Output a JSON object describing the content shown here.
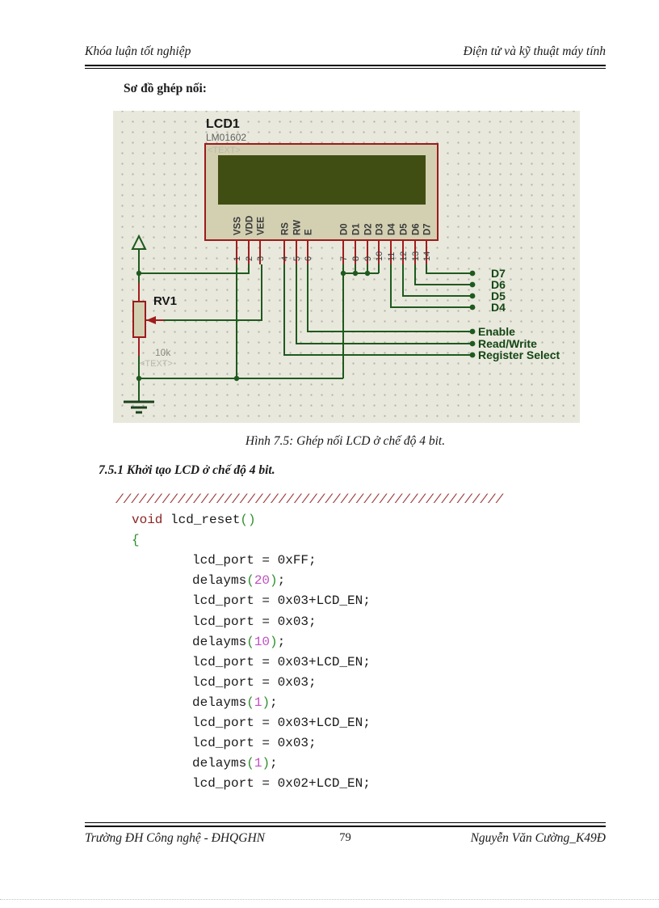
{
  "header": {
    "left": "Khóa luận tốt nghiệp",
    "right": "Điện tử và kỹ thuật máy tính"
  },
  "intro_heading": "Sơ đồ ghép nối:",
  "figure": {
    "caption": "Hình 7.5: Ghép nối LCD ở chế độ 4 bit.",
    "lcd": {
      "ref": "LCD1",
      "part": "LM01602",
      "placeholder": "<TEXT>",
      "pin_numbers": [
        "1",
        "2",
        "3",
        "4",
        "5",
        "6",
        "7",
        "8",
        "9",
        "10",
        "11",
        "12",
        "13",
        "14"
      ],
      "pin_names": [
        "VSS",
        "VDD",
        "VEE",
        "RS",
        "RW",
        "E",
        "D0",
        "D1",
        "D2",
        "D3",
        "D4",
        "D5",
        "D6",
        "D7"
      ]
    },
    "pot": {
      "ref": "RV1",
      "value": "10k",
      "placeholder": "<TEXT>"
    },
    "net_labels": [
      "D7",
      "D6",
      "D5",
      "D4",
      "Enable",
      "Read/Write",
      "Register Select"
    ]
  },
  "section_heading": "7.5.1 Khởi tạo LCD ở chế độ 4 bit.",
  "code": {
    "lines": [
      {
        "indent": 0,
        "tokens": [
          {
            "t": "//////////////////////////////////////////////////",
            "c": "comment"
          }
        ]
      },
      {
        "indent": 20,
        "tokens": [
          {
            "t": "void",
            "c": "kw"
          },
          {
            "t": " lcd_reset",
            "c": "plain"
          },
          {
            "t": "()",
            "c": "paren"
          }
        ]
      },
      {
        "indent": 20,
        "tokens": [
          {
            "t": "{",
            "c": "paren"
          }
        ]
      },
      {
        "indent": 95,
        "tokens": [
          {
            "t": "lcd_port = 0xFF;",
            "c": "plain"
          }
        ]
      },
      {
        "indent": 95,
        "tokens": [
          {
            "t": "delayms",
            "c": "plain"
          },
          {
            "t": "(",
            "c": "paren"
          },
          {
            "t": "20",
            "c": "num"
          },
          {
            "t": ")",
            "c": "paren"
          },
          {
            "t": ";",
            "c": "plain"
          }
        ]
      },
      {
        "indent": 95,
        "tokens": [
          {
            "t": "lcd_port = 0x03+LCD_EN;",
            "c": "plain"
          }
        ]
      },
      {
        "indent": 95,
        "tokens": [
          {
            "t": "lcd_port = 0x03;",
            "c": "plain"
          }
        ]
      },
      {
        "indent": 95,
        "tokens": [
          {
            "t": "delayms",
            "c": "plain"
          },
          {
            "t": "(",
            "c": "paren"
          },
          {
            "t": "10",
            "c": "num"
          },
          {
            "t": ")",
            "c": "paren"
          },
          {
            "t": ";",
            "c": "plain"
          }
        ]
      },
      {
        "indent": 95,
        "tokens": [
          {
            "t": "lcd_port = 0x03+LCD_EN;",
            "c": "plain"
          }
        ]
      },
      {
        "indent": 95,
        "tokens": [
          {
            "t": "lcd_port = 0x03;",
            "c": "plain"
          }
        ]
      },
      {
        "indent": 95,
        "tokens": [
          {
            "t": "delayms",
            "c": "plain"
          },
          {
            "t": "(",
            "c": "paren"
          },
          {
            "t": "1",
            "c": "num"
          },
          {
            "t": ")",
            "c": "paren"
          },
          {
            "t": ";",
            "c": "plain"
          }
        ]
      },
      {
        "indent": 95,
        "tokens": [
          {
            "t": "lcd_port = 0x03+LCD_EN;",
            "c": "plain"
          }
        ]
      },
      {
        "indent": 95,
        "tokens": [
          {
            "t": "lcd_port = 0x03;",
            "c": "plain"
          }
        ]
      },
      {
        "indent": 95,
        "tokens": [
          {
            "t": "delayms",
            "c": "plain"
          },
          {
            "t": "(",
            "c": "paren"
          },
          {
            "t": "1",
            "c": "num"
          },
          {
            "t": ")",
            "c": "paren"
          },
          {
            "t": ";",
            "c": "plain"
          }
        ]
      },
      {
        "indent": 95,
        "tokens": [
          {
            "t": "lcd_port = 0x02+LCD_EN;",
            "c": "plain"
          }
        ]
      }
    ]
  },
  "footer": {
    "left": "Trường ĐH Công nghệ - ĐHQGHN",
    "page": "79",
    "right": "Nguyễn Văn Cường_K49Đ"
  },
  "colors": {
    "wire_green": "#1e5a1e",
    "pin_red": "#a01d1d",
    "chip_border": "#9b1b1b",
    "chip_fill": "#d3d0b2",
    "screen_olive": "#414e13",
    "diagram_bg": "#e9e8dd",
    "net_label_green": "#134713",
    "comment_red": "#9c3a3a",
    "number_magenta": "#c050c0"
  }
}
